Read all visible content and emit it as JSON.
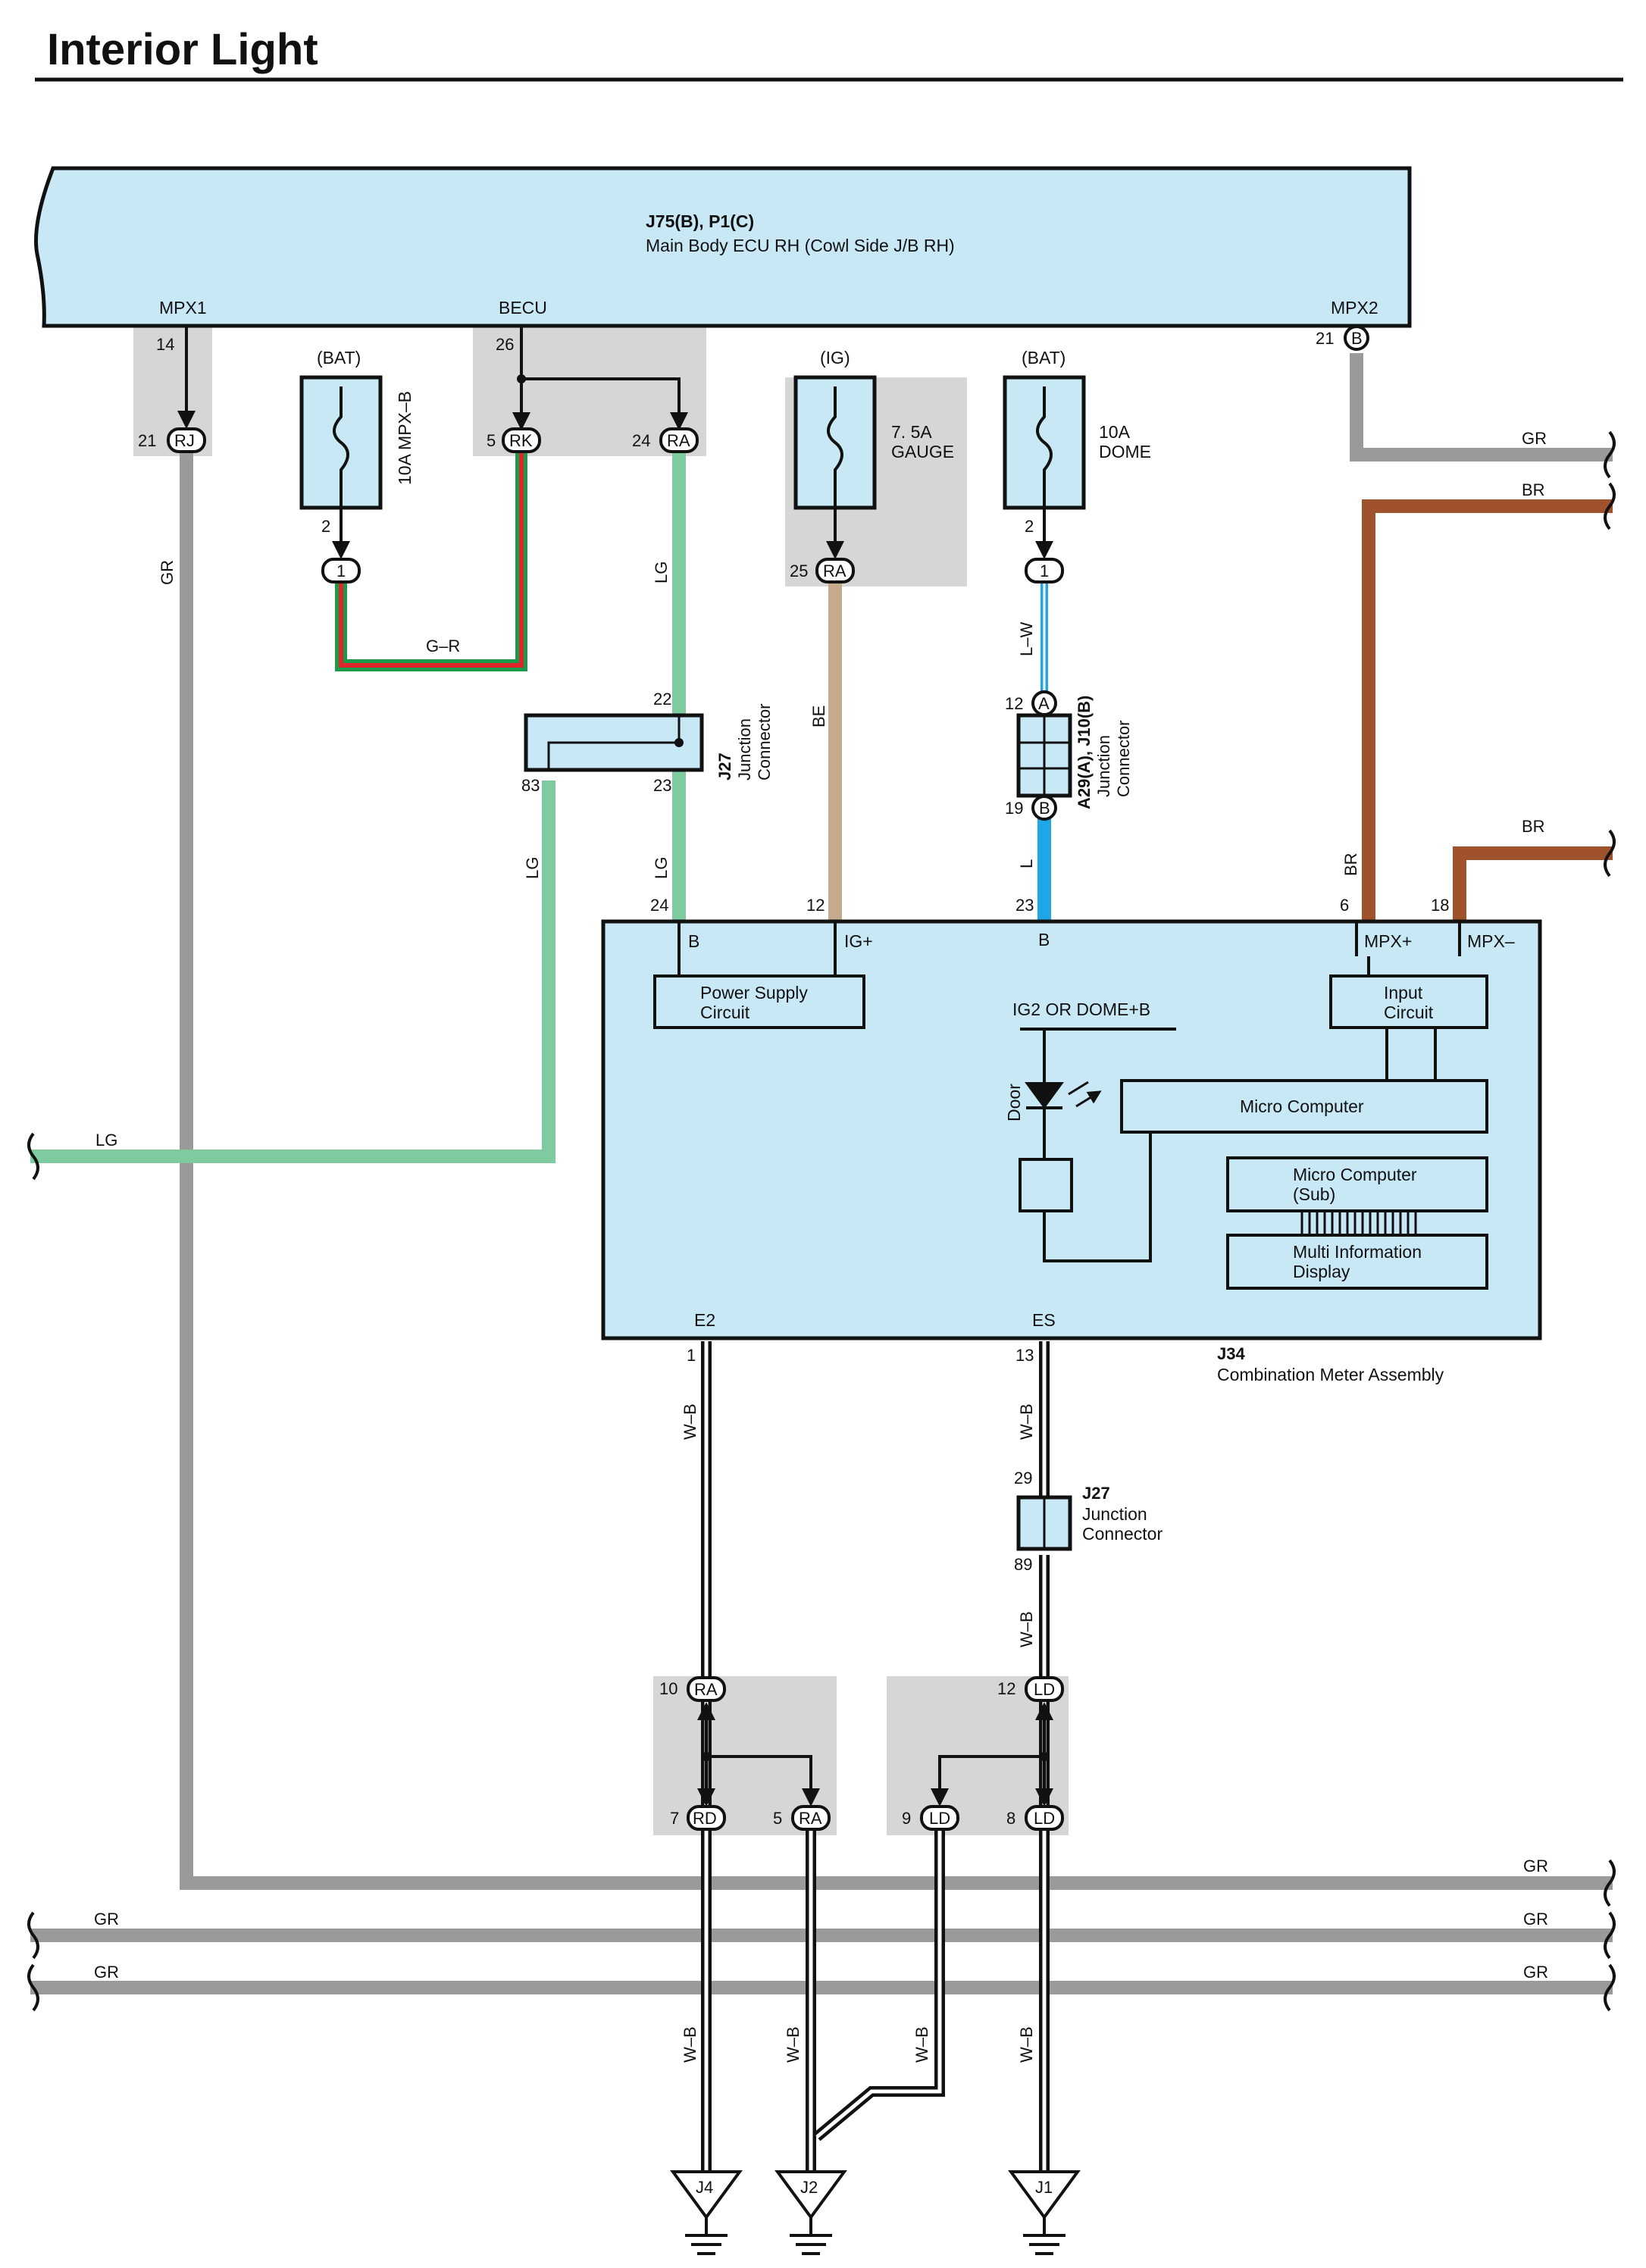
{
  "title": "Interior Light",
  "colors": {
    "box_fill": "#c9e8f6",
    "gray_shade": "#d6d6d6",
    "wire_GR": "#9a9a9a",
    "wire_BR": "#a0522d",
    "wire_LG": "#7ecba0",
    "wire_BE": "#c4ab8e",
    "wire_L": "#1ea6e6",
    "wire_G": "#1a9a4a",
    "wire_R": "#e0262a"
  },
  "ecu": {
    "id": "J75(B), P1(C)",
    "name": "Main Body ECU RH (Cowl Side J/B RH)",
    "pins": {
      "mpx1": "MPX1",
      "becu": "BECU",
      "mpx2": "MPX2"
    }
  },
  "fuses": {
    "mpxb": {
      "source": "(BAT)",
      "rating": "10A MPX–B",
      "pin": "2",
      "conn": "1"
    },
    "gauge": {
      "source": "(IG)",
      "rating1": "7. 5A",
      "rating2": "GAUGE",
      "pin": "25",
      "conn": "RA"
    },
    "dome": {
      "source": "(BAT)",
      "rating1": "10A",
      "rating2": "DOME",
      "pin": "2",
      "conn": "1"
    }
  },
  "pins": {
    "p14": "14",
    "p21a": "21",
    "rj": "RJ",
    "p26": "26",
    "p5": "5",
    "rk": "RK",
    "p24a": "24",
    "ra": "RA",
    "p21b": "21",
    "b": "B",
    "p22": "22",
    "p83": "83",
    "p23a": "23",
    "p12a": "12",
    "a": "A",
    "p19": "19",
    "p24b": "24",
    "p12b": "12",
    "p23b": "23",
    "p6": "6",
    "p18": "18",
    "p1": "1",
    "p13": "13",
    "p29": "29",
    "p89": "89",
    "p10": "10",
    "p7": "7",
    "rd": "RD",
    "p5b": "5",
    "p12c": "12",
    "ld": "LD",
    "p9": "9",
    "p8": "8"
  },
  "wires": {
    "gr": "GR",
    "br": "BR",
    "lg": "LG",
    "be": "BE",
    "lw": "L–W",
    "l": "L",
    "gr_mix": "G–R",
    "wb": "W–B"
  },
  "junctions": {
    "j27a": {
      "id": "J27",
      "name1": "Junction",
      "name2": "Connector"
    },
    "a29": {
      "id": "A29(A), J10(B)",
      "name1": "Junction",
      "name2": "Connector"
    },
    "j27b": {
      "id": "J27",
      "name1": "Junction",
      "name2": "Connector"
    }
  },
  "meter": {
    "id": "J34",
    "name": "Combination Meter Assembly",
    "terms": {
      "b1": "B",
      "ig": "IG+",
      "b2": "B",
      "mpxp": "MPX+",
      "mpxm": "MPX–",
      "e2": "E2",
      "es": "ES"
    },
    "power_supply": [
      "Power Supply",
      "Circuit"
    ],
    "input_circuit": [
      "Input",
      "Circuit"
    ],
    "ig2_dome": "IG2 OR DOME+B",
    "door": "Door",
    "micro_computer": "Micro Computer",
    "micro_sub": [
      "Micro Computer",
      "(Sub)"
    ],
    "mid": [
      "Multi Information",
      "Display"
    ]
  },
  "grounds": {
    "j4": "J4",
    "j2": "J2",
    "j1": "J1"
  }
}
